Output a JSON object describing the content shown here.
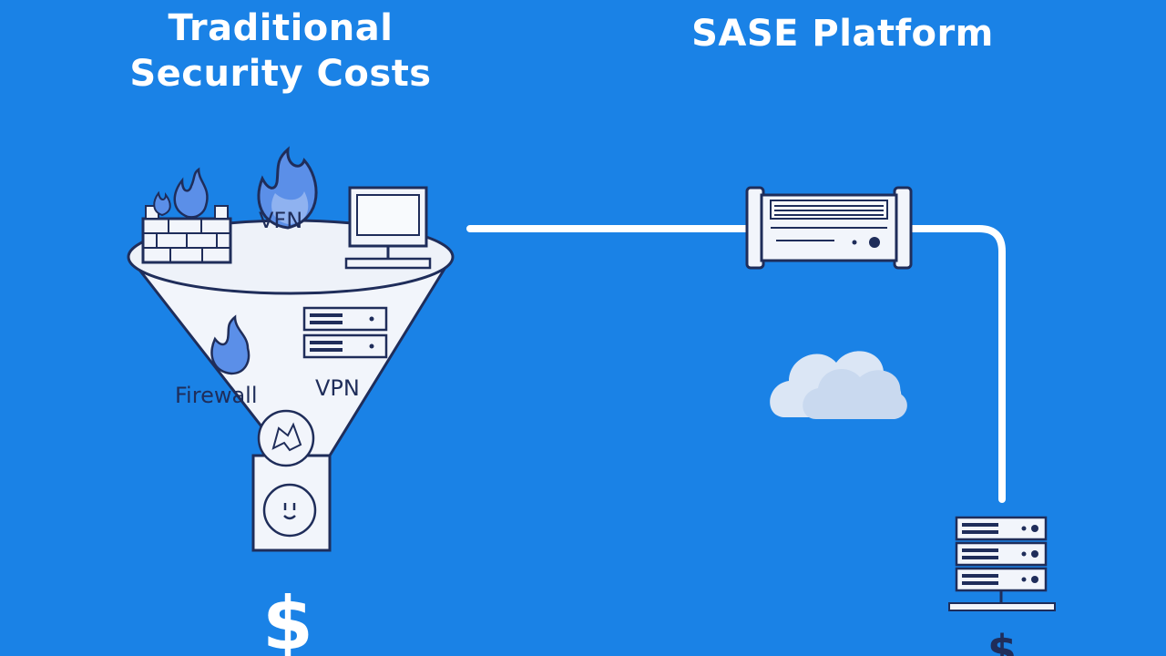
{
  "titles": {
    "left": "Traditional Security Costs",
    "right": "SASE Platform"
  },
  "labels": {
    "funnel_top_vpn": "VFN",
    "firewall": "Firewall",
    "vpn": "VPN",
    "left_cost": "$",
    "right_cost": "$"
  },
  "colors": {
    "background": "#1a82e6",
    "line": "#ffffff",
    "outline": "#1f2d5a",
    "flame_blue": "#5b8fe8",
    "cloud": "#dbe6f5"
  },
  "icons": [
    "brick-wall-icon",
    "flame-icon",
    "monitor-icon",
    "server-rack-icon",
    "shield-badge-icon",
    "power-button-icon",
    "router-icon",
    "cloud-icon",
    "server-stack-icon",
    "dollar-icon"
  ]
}
